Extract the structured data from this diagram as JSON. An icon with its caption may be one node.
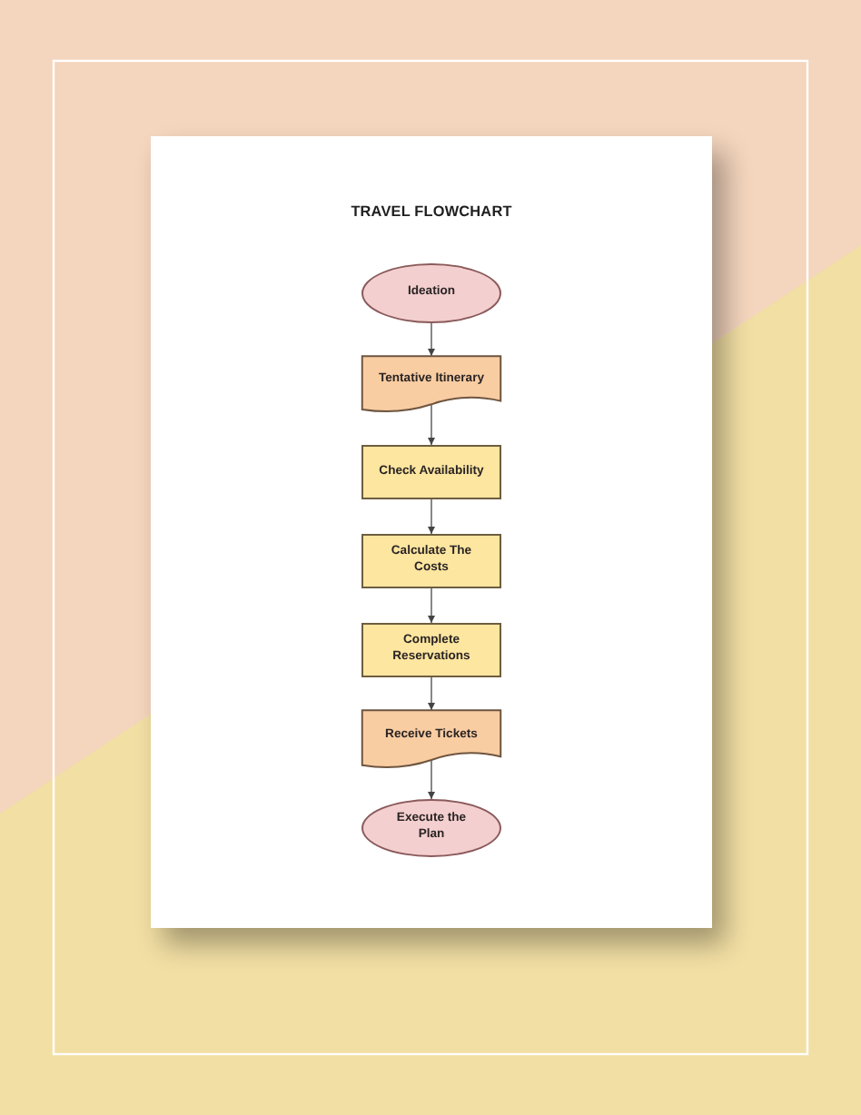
{
  "diagram": {
    "title": "TRAVEL FLOWCHART",
    "nodes": [
      {
        "text": [
          "Ideation"
        ]
      },
      {
        "text": [
          "Tentative Itinerary"
        ]
      },
      {
        "text": [
          "Check Availability"
        ]
      },
      {
        "text": [
          "Calculate The Costs"
        ]
      },
      {
        "text": [
          "Complete Reservations"
        ]
      },
      {
        "text": [
          "Receive Tickets"
        ]
      },
      {
        "text": [
          "Execute the Plan"
        ]
      }
    ],
    "edges": [
      {
        "from": 0,
        "to": 1,
        "arrow": "to"
      },
      {
        "from": 1,
        "to": 2,
        "arrow": "to"
      },
      {
        "from": 2,
        "to": 3,
        "arrow": "to"
      },
      {
        "from": 3,
        "to": 4,
        "arrow": "to"
      },
      {
        "from": 4,
        "to": 5,
        "arrow": "to"
      },
      {
        "from": 5,
        "to": 6,
        "arrow": "to"
      }
    ]
  }
}
